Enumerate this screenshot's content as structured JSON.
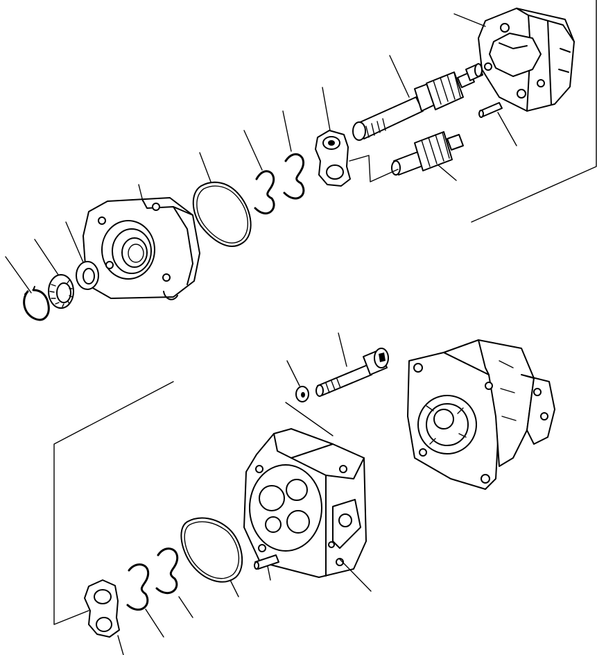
{
  "diagram": {
    "type": "exploded-parts-view",
    "colors": {
      "line": "#000000",
      "background": "#ffffff"
    },
    "parts": [
      {
        "id": "housing-cover-rear"
      },
      {
        "id": "drive-shaft-gear"
      },
      {
        "id": "dowel-pin-upper"
      },
      {
        "id": "driven-gear"
      },
      {
        "id": "bushing-plate-upper"
      },
      {
        "id": "seal-e-upper-a"
      },
      {
        "id": "seal-e-upper-b"
      },
      {
        "id": "o-ring-upper"
      },
      {
        "id": "front-flange-cover"
      },
      {
        "id": "washer"
      },
      {
        "id": "needle-bearing"
      },
      {
        "id": "snap-ring"
      },
      {
        "id": "mounting-bolt"
      },
      {
        "id": "bolt-washer"
      },
      {
        "id": "pump-assembly"
      },
      {
        "id": "gear-housing"
      },
      {
        "id": "dowel-pin-lower"
      },
      {
        "id": "o-ring-lower"
      },
      {
        "id": "seal-e-lower-a"
      },
      {
        "id": "seal-e-lower-b"
      },
      {
        "id": "bushing-plate-lower"
      }
    ]
  }
}
